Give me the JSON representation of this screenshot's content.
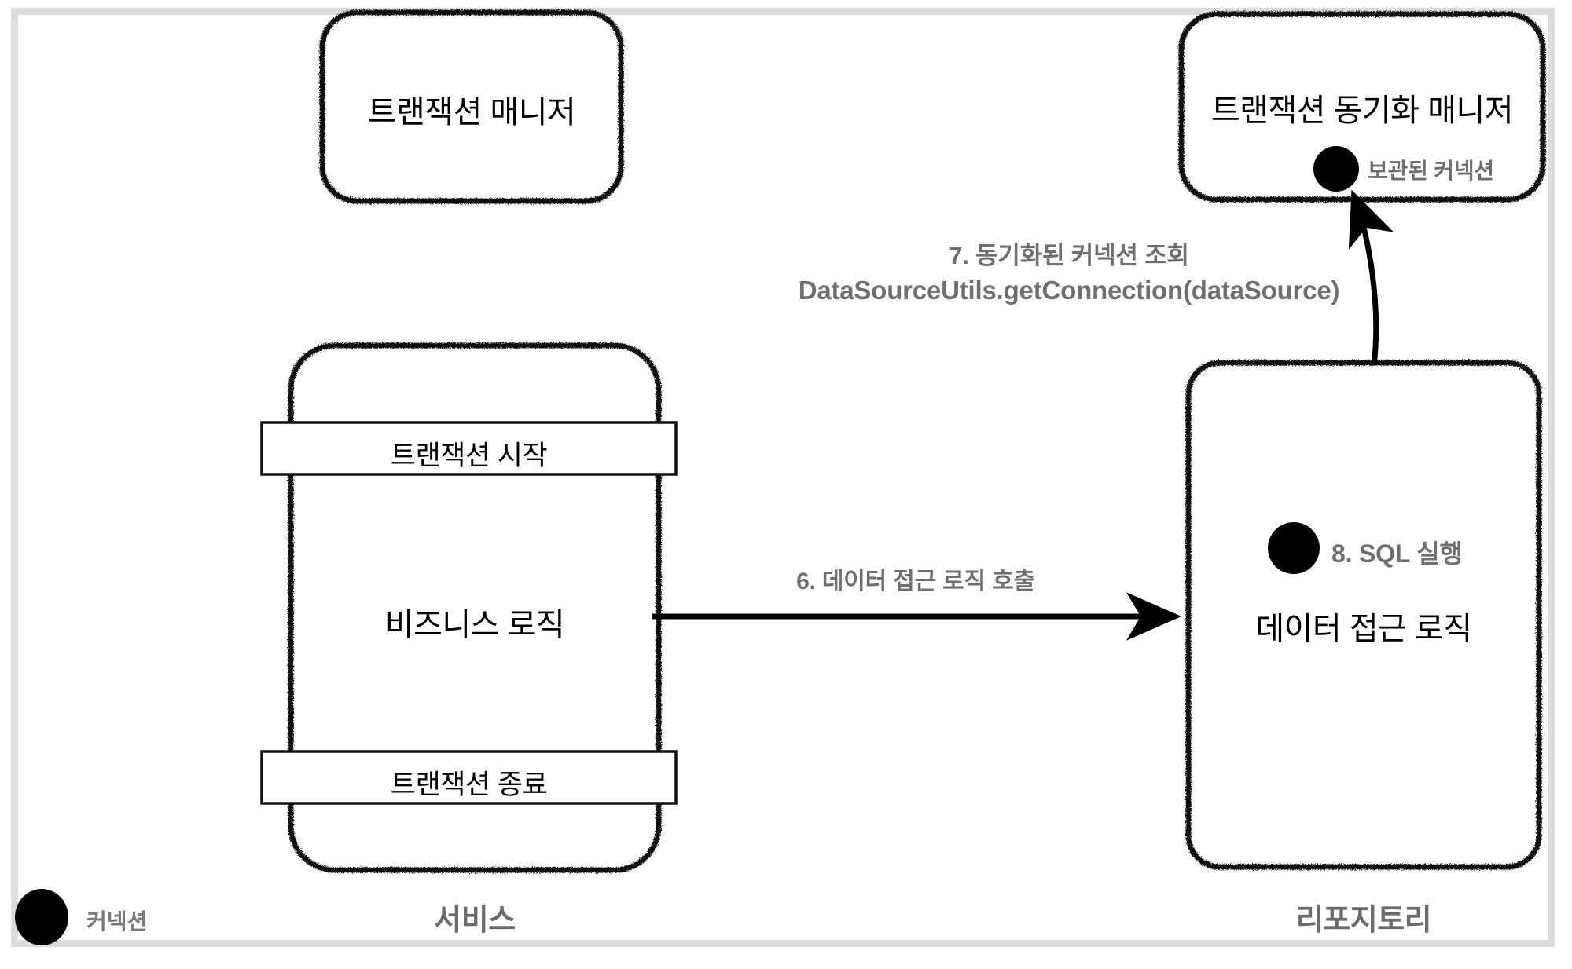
{
  "diagram": {
    "title_present": false,
    "colors": {
      "frame": "#dcdcdc",
      "stroke": "#000000",
      "label_gray": "#6f6f6f",
      "lane_gray": "#6b6b6b",
      "background": "#ffffff"
    },
    "nodes": [
      {
        "id": "transaction-manager",
        "label": "트랜잭션 매니저"
      },
      {
        "id": "transaction-sync-manager",
        "label": "트랜잭션 동기화 매니저",
        "dot_label": "보관된 커넥션"
      },
      {
        "id": "service",
        "label": "비즈니스 로직",
        "bar_top": "트랜잭션 시작",
        "bar_bottom": "트랜잭션 종료"
      },
      {
        "id": "repository",
        "label": "데이터 접근 로직",
        "dot_label": "8. SQL 실행"
      }
    ],
    "edges": [
      {
        "id": "service-to-repository",
        "label": "6. 데이터 접근 로직 호출"
      },
      {
        "id": "repository-to-sync-manager",
        "label_line1": "7. 동기화된 커넥션 조회",
        "label_line2": "DataSourceUtils.getConnection(dataSource)"
      }
    ],
    "lanes": [
      {
        "id": "service-lane",
        "label": "서비스"
      },
      {
        "id": "repository-lane",
        "label": "리포지토리"
      }
    ],
    "legend": {
      "dot_label": "커넥션"
    }
  }
}
